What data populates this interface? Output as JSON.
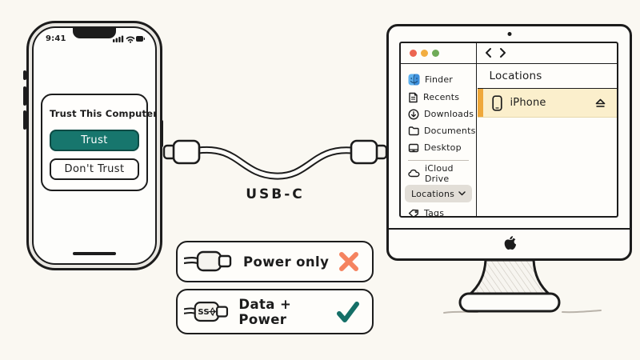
{
  "colors": {
    "line": "#1c1c1c",
    "background": "#faf8f2",
    "trust_teal": "#17766d",
    "check_teal": "#156f67",
    "cross_salmon": "#f5835f",
    "device_row_cream": "#fbefcc",
    "device_row_accent_orange": "#efa83a",
    "locations_pill_gray": "#e2ded7",
    "traffic_red": "#ec6551",
    "traffic_yellow": "#f2ae41",
    "traffic_green": "#6fab58"
  },
  "phone": {
    "status_time": "9:41",
    "dialog": {
      "title": "Trust This Computer?",
      "trust_button": "Trust",
      "dont_trust_button": "Don't Trust"
    }
  },
  "cable": {
    "label": "USB-C"
  },
  "computer": {
    "window": {
      "sidebar": {
        "items": [
          {
            "icon": "finder-icon",
            "label": "Finder"
          },
          {
            "icon": "document-icon",
            "label": "Recents"
          },
          {
            "icon": "download-circle-icon",
            "label": "Downloads"
          },
          {
            "icon": "folder-icon",
            "label": "Documents"
          },
          {
            "icon": "desktop-icon",
            "label": "Desktop"
          },
          {
            "icon": "cloud-icon",
            "label": "iCloud Drive"
          }
        ],
        "locations_section": "Locations",
        "tags_item": {
          "icon": "tag-icon",
          "label": "Tags"
        }
      },
      "main": {
        "header": "Locations",
        "device_row": {
          "icon": "iphone-icon",
          "name": "iPhone",
          "action_icon": "eject-icon"
        }
      }
    }
  },
  "badges": [
    {
      "connector_icon": "usb-c-connector-icon",
      "label": "Power only",
      "mark": "cross"
    },
    {
      "connector_icon": "usb-c-superspeed-connector-icon",
      "connector_text": "SS",
      "label": "Data + Power",
      "mark": "check"
    }
  ]
}
